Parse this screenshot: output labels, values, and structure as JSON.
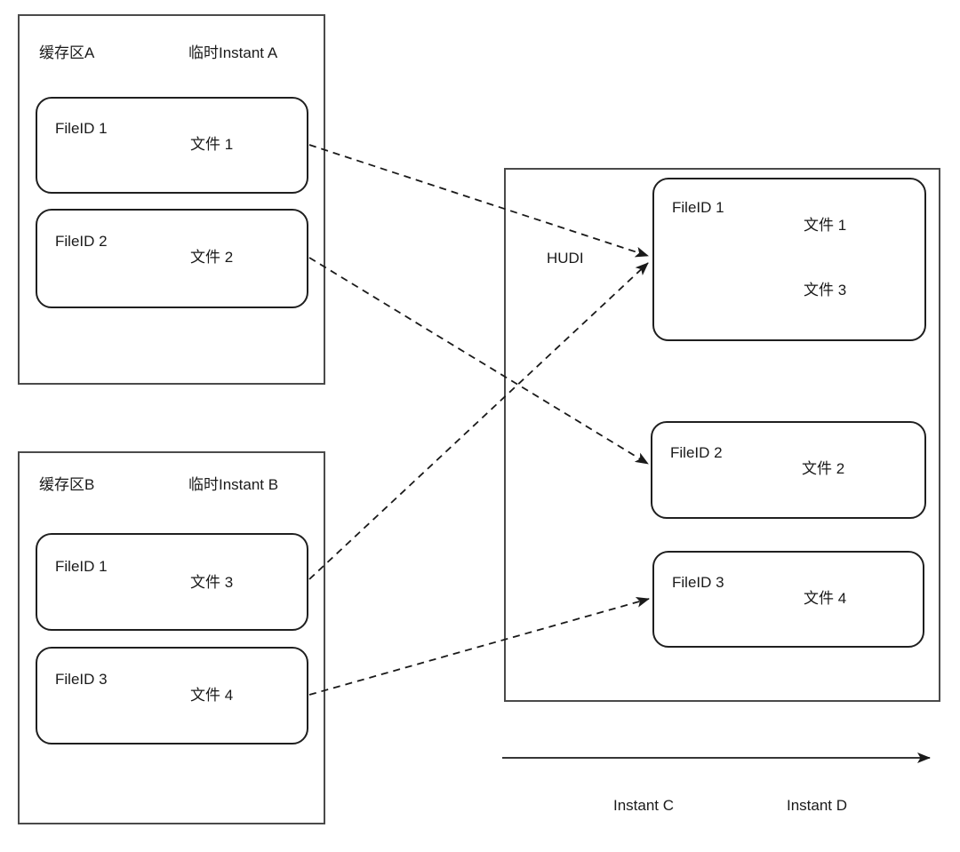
{
  "diagram": {
    "buffer_a": {
      "title": "缓存区A",
      "instant_label": "临时Instant A",
      "files": [
        {
          "file_id": "FileID 1",
          "file_label": "文件 1"
        },
        {
          "file_id": "FileID 2",
          "file_label": "文件 2"
        }
      ]
    },
    "buffer_b": {
      "title": "缓存区B",
      "instant_label": "临时Instant B",
      "files": [
        {
          "file_id": "FileID 1",
          "file_label": "文件 3"
        },
        {
          "file_id": "FileID 3",
          "file_label": "文件 4"
        }
      ]
    },
    "hudi": {
      "label": "HUDI",
      "files": [
        {
          "file_id": "FileID 1",
          "file_labels": [
            "文件 1",
            "文件 3"
          ]
        },
        {
          "file_id": "FileID 2",
          "file_labels": [
            "文件 2"
          ]
        },
        {
          "file_id": "FileID 3",
          "file_labels": [
            "文件 4"
          ]
        }
      ]
    },
    "timeline": {
      "labels": [
        "Instant C",
        "Instant D"
      ]
    },
    "colors": {
      "background": "#ffffff",
      "outer_border": "#4a4a4a",
      "inner_border": "#1f1f1f",
      "line": "#1a1a1a",
      "text": "#1a1a1a"
    }
  }
}
